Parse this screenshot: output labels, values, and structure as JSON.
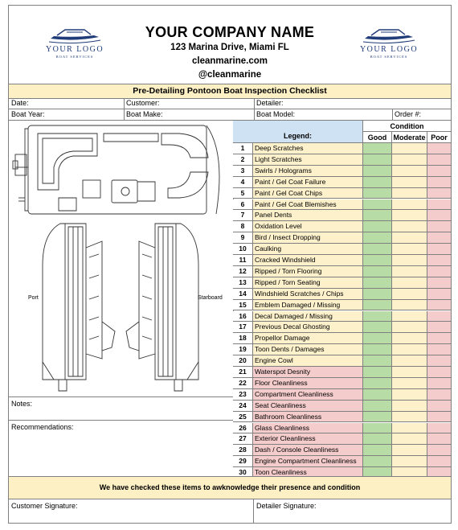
{
  "header": {
    "logo_text": "YOUR LOGO",
    "logo_subtext": "BOAT SERVICES",
    "company": "YOUR COMPANY NAME",
    "address": "123 Marina Drive, Miami FL",
    "website": "cleanmarine.com",
    "social": "@cleanmarine"
  },
  "title": "Pre-Detailing Pontoon Boat Inspection Checklist",
  "fields": {
    "date": "Date:",
    "customer": "Customer:",
    "detailer": "Detailer:",
    "boat_year": "Boat Year:",
    "boat_make": "Boat Make:",
    "boat_model": "Boat Model:",
    "order": "Order #:"
  },
  "diagram": {
    "port_label": "Port",
    "starboard_label": "Starboard"
  },
  "checklist": {
    "condition_label": "Condition",
    "legend_label": "Legend:",
    "good_label": "Good",
    "moderate_label": "Moderate",
    "poor_label": "Poor",
    "items": [
      {
        "num": "1",
        "label": "Deep Scratches",
        "tint": "#fdf1cb"
      },
      {
        "num": "2",
        "label": "Light Scratches",
        "tint": "#fdf1cb"
      },
      {
        "num": "3",
        "label": "Swirls / Holograms",
        "tint": "#fdf1cb"
      },
      {
        "num": "4",
        "label": "Paint / Gel Coat Failure",
        "tint": "#fdf1cb"
      },
      {
        "num": "5",
        "label": "Paint / Gel Coat Chips",
        "tint": "#fdf1cb"
      },
      {
        "num": "6",
        "label": "Paint / Gel Coat Blemishes",
        "tint": "#fdf1cb"
      },
      {
        "num": "7",
        "label": "Panel Dents",
        "tint": "#fdf1cb"
      },
      {
        "num": "8",
        "label": "Oxidation Level",
        "tint": "#fdf1cb"
      },
      {
        "num": "9",
        "label": "Bird / Insect Dropping",
        "tint": "#fdf1cb"
      },
      {
        "num": "10",
        "label": "Caulking",
        "tint": "#fdf1cb"
      },
      {
        "num": "11",
        "label": "Cracked Windshield",
        "tint": "#fdf1cb"
      },
      {
        "num": "12",
        "label": "Ripped / Torn Flooring",
        "tint": "#fdf1cb"
      },
      {
        "num": "13",
        "label": "Ripped / Torn Seating",
        "tint": "#fdf1cb"
      },
      {
        "num": "14",
        "label": "Windshield Scratches / Chips",
        "tint": "#fdf1cb"
      },
      {
        "num": "15",
        "label": "Emblem Damaged / Missing",
        "tint": "#fdf1cb"
      },
      {
        "num": "16",
        "label": "Decal Damaged / Missing",
        "tint": "#fdf1cb"
      },
      {
        "num": "17",
        "label": "Previous Decal Ghosting",
        "tint": "#fdf1cb"
      },
      {
        "num": "18",
        "label": "Propellor Damage",
        "tint": "#fdf1cb"
      },
      {
        "num": "19",
        "label": "Toon Dents / Damages",
        "tint": "#fdf1cb"
      },
      {
        "num": "20",
        "label": "Engine Cowl",
        "tint": "#fdf1cb"
      },
      {
        "num": "21",
        "label": "Waterspot Desnity",
        "tint": "#f5cccc"
      },
      {
        "num": "22",
        "label": "Floor Cleanliness",
        "tint": "#f5cccc"
      },
      {
        "num": "23",
        "label": "Compartment Cleanliness",
        "tint": "#f5cccc"
      },
      {
        "num": "24",
        "label": "Seat Cleanliness",
        "tint": "#f5cccc"
      },
      {
        "num": "25",
        "label": "Bathroom Cleanliness",
        "tint": "#f5cccc"
      },
      {
        "num": "26",
        "label": "Glass Cleanliness",
        "tint": "#f5cccc"
      },
      {
        "num": "27",
        "label": "Exterior Cleanliness",
        "tint": "#f5cccc"
      },
      {
        "num": "28",
        "label": "Dash / Console Cleanliness",
        "tint": "#f5cccc"
      },
      {
        "num": "29",
        "label": "Engine Compartment Cleanliness",
        "tint": "#f5cccc"
      },
      {
        "num": "30",
        "label": "Toon Cleanliness",
        "tint": "#f5cccc"
      }
    ]
  },
  "notes_label": "Notes:",
  "recommendations_label": "Recommendations:",
  "acknowledgement": "We have checked these items to awknowledge their presence and condition",
  "signatures": {
    "customer": "Customer Signature:",
    "detailer": "Detailer Signature:"
  },
  "colors": {
    "title_bg": "#fdf0c4",
    "legend_bg": "#cfe2f3",
    "good": "#b7dca5",
    "moderate": "#fdf1cb",
    "poor": "#f5cccc",
    "logo": "#1f3b78"
  }
}
